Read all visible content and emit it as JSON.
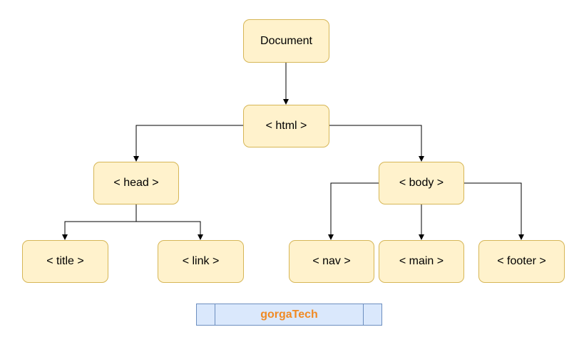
{
  "nodes": {
    "document": "Document",
    "html": "< html >",
    "head": "< head >",
    "body": "< body >",
    "title": "< title >",
    "link": "< link >",
    "nav": "< nav >",
    "main": "< main >",
    "footer": "< footer >"
  },
  "watermark": "gorgaTech",
  "colors": {
    "node_fill": "#fff2cc",
    "node_border": "#d6b656",
    "watermark_text": "#f08a24",
    "watermark_fill": "#dae8fc"
  }
}
